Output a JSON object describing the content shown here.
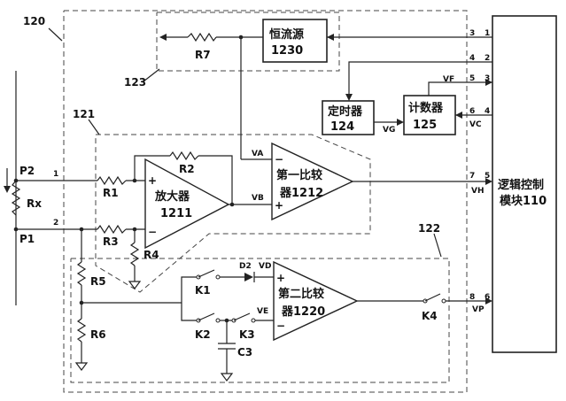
{
  "labels": {
    "block_120": "120",
    "block_121": "121",
    "block_122": "122",
    "block_123": "123",
    "const_current_name": "恒流源",
    "const_current_id": "1230",
    "timer_name": "定时器",
    "timer_id": "124",
    "counter_name": "计数器",
    "counter_id": "125",
    "logic_name": "逻辑控制",
    "logic_id": "模块110",
    "amp_name": "放大器",
    "amp_id": "1211",
    "comp1_name": "第一比较",
    "comp1_id": "器1212",
    "comp2_name": "第二比较",
    "comp2_id": "器1220",
    "P1": "P1",
    "P2": "P2",
    "Rx": "Rx",
    "R1": "R1",
    "R2": "R2",
    "R3": "R3",
    "R4": "R4",
    "R5": "R5",
    "R6": "R6",
    "R7": "R7",
    "K1": "K1",
    "K2": "K2",
    "K3": "K3",
    "K4": "K4",
    "C3": "C3",
    "D2": "D2",
    "VA": "VA",
    "VB": "VB",
    "VC": "VC",
    "VD": "VD",
    "VE": "VE",
    "VF": "VF",
    "VG": "VG",
    "VH": "VH",
    "VP": "VP",
    "plus": "+",
    "minus": "−",
    "pin_1": "1",
    "pin_2": "2",
    "pin_3": "3",
    "pin_4": "4",
    "pin_5": "5",
    "pin_6": "6",
    "pin_7": "7",
    "pin_8": "8"
  },
  "colors": {
    "stroke": "#222222",
    "background": "#ffffff"
  }
}
